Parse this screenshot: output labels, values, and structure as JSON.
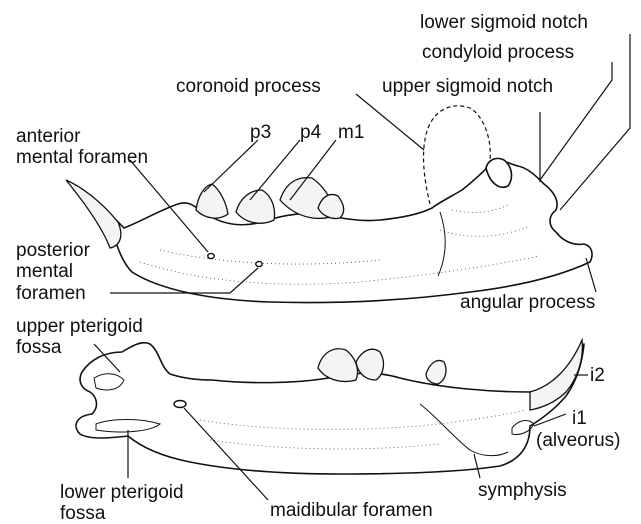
{
  "labels": {
    "lower_sigmoid_notch": "lower sigmoid notch",
    "condyloid_process": "condyloid process",
    "coronoid_process": "coronoid process",
    "upper_sigmoid_notch": "upper sigmoid notch",
    "anterior_line1": "anterior",
    "anterior_line2": "mental foramen",
    "p3": "p3",
    "p4": "p4",
    "m1": "m1",
    "posterior_line1": "posterior",
    "posterior_line2": "mental",
    "posterior_line3": "foramen",
    "angular_process": "angular process",
    "upper_pterigoid_line1": "upper pterigoid",
    "upper_pterigoid_line2": "fossa",
    "i2": "i2",
    "i1": "i1",
    "alveorus": "(alveorus)",
    "lower_pterigoid_line1": "lower pterigoid",
    "lower_pterigoid_line2": "fossa",
    "symphysis": "symphysis",
    "maidibular_foramen": "maidibular foramen"
  },
  "colors": {
    "line": "#111111",
    "background": "#ffffff"
  }
}
